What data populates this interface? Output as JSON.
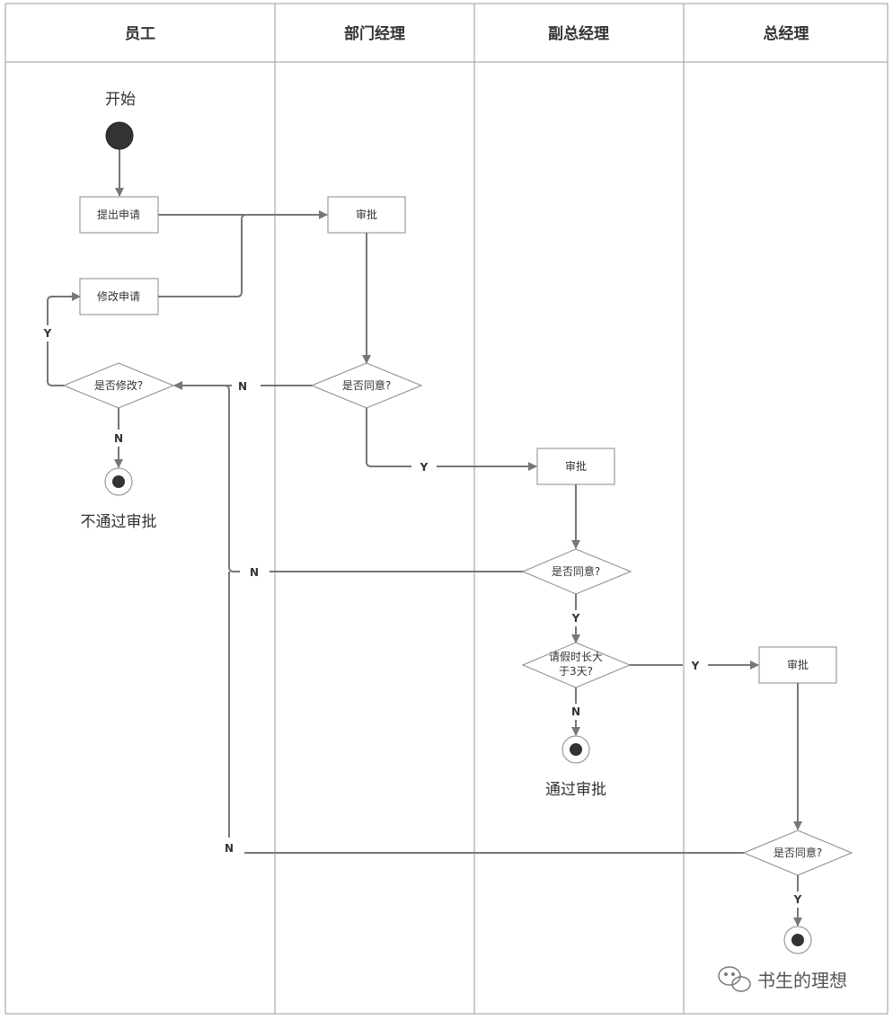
{
  "lanes": [
    "员工",
    "部门经理",
    "副总经理",
    "总经理"
  ],
  "labels": {
    "start": "开始",
    "submit": "提出申请",
    "modify": "修改申请",
    "modify_q": "是否修改?",
    "reject": "不通过审批",
    "dept_approve": "审批",
    "dept_q": "是否同意?",
    "vp_approve": "审批",
    "vp_q": "是否同意?",
    "long_q_line1": "请假时长大",
    "long_q_line2": "于3天?",
    "pass": "通过审批",
    "gm_approve": "审批",
    "gm_q": "是否同意?"
  },
  "yes": "Y",
  "no": "N",
  "watermark": "书生的理想"
}
